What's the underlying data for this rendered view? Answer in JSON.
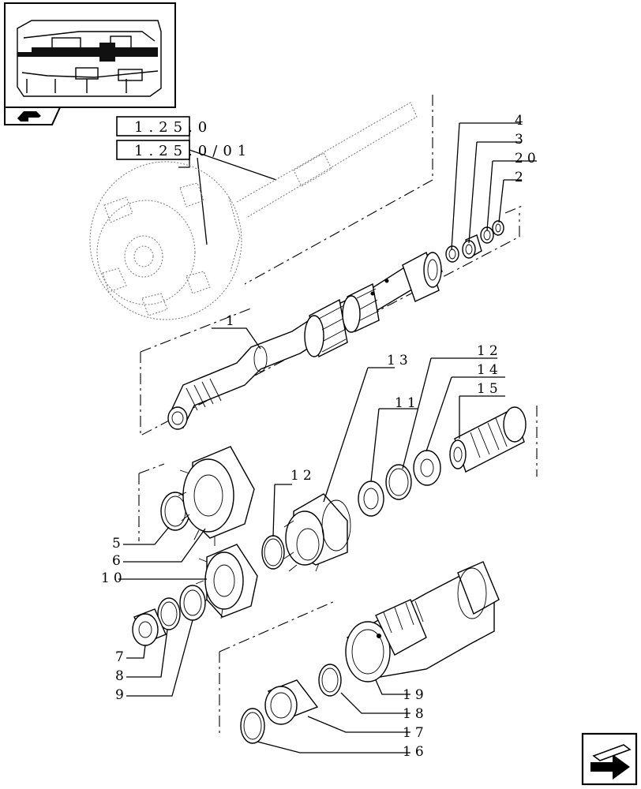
{
  "refs": {
    "ref1": "1.25.0",
    "ref2": "1.25.0/01"
  },
  "labels": {
    "p1": "1",
    "p2": "2",
    "p3": "3",
    "p4": "4",
    "p5": "5",
    "p6": "6",
    "p7": "7",
    "p8": "8",
    "p9": "9",
    "p10": "10",
    "p11": "11",
    "p12a": "12",
    "p12b": "12",
    "p13": "13",
    "p14": "14",
    "p15": "15",
    "p16": "16",
    "p17": "17",
    "p18": "18",
    "p19": "19",
    "p20": "20"
  },
  "icons": {
    "thumbnail": "transmission-section-thumbnail",
    "tag": "tractor-section-icon",
    "nav": "next-page-arrow-icon"
  }
}
